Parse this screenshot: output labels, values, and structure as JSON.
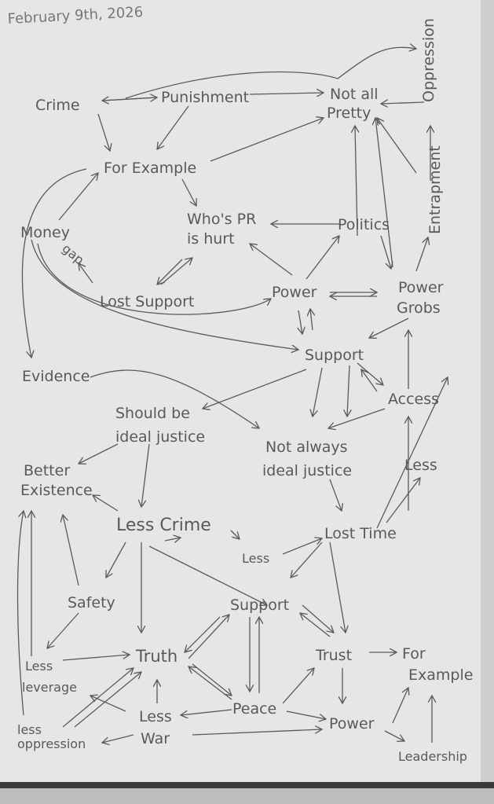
{
  "title": "February 9th, 2026",
  "nodes": {
    "crime": "Crime",
    "punishment": "Punishment",
    "not_all_pretty_1": "Not all",
    "not_all_pretty_2": "Pretty",
    "oppression": "Oppression",
    "entrapment": "Entrapment",
    "for_example_top": "For Example",
    "money": "Money",
    "gap": "gap",
    "whos_pr_1": "Who's PR",
    "whos_pr_2": "is hurt",
    "politics": "Politics",
    "lost_support": "Lost Support",
    "power_top": "Power",
    "power_grobs_1": "Power",
    "power_grobs_2": "Grobs",
    "support_top": "Support",
    "evidence": "Evidence",
    "access": "Access",
    "should_be_1": "Should be",
    "should_be_2": "ideal justice",
    "not_always_1": "Not always",
    "not_always_2": "ideal justice",
    "better_existence_1": "Better",
    "better_existence_2": "Existence",
    "less_right": "Less",
    "less_crime": "Less Crime",
    "lost_time": "Lost Time",
    "less_mid": "Less",
    "safety": "Safety",
    "support_bottom": "Support",
    "trust": "Trust",
    "for_example_bottom_1": "For",
    "for_example_bottom_2": "Example",
    "less_leverage_1": "Less",
    "less_leverage_2": "leverage",
    "truth": "Truth",
    "peace": "Peace",
    "power_bottom": "Power",
    "less_war_1": "Less",
    "less_war_2": "War",
    "less_oppression_1": "less",
    "less_oppression_2": "oppression",
    "leadership": "Leadership"
  }
}
